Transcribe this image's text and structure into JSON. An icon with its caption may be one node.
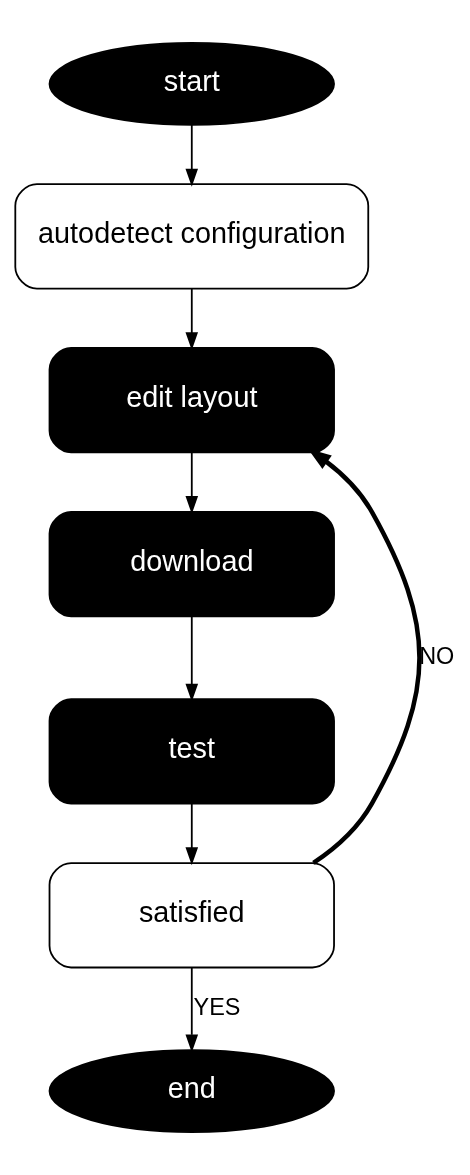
{
  "diagram": {
    "nodes": [
      {
        "text": [
          "start"
        ]
      },
      {
        "text": [
          "autodetect configuration"
        ]
      },
      {
        "text": [
          "edit layout"
        ]
      },
      {
        "text": [
          "download"
        ]
      },
      {
        "text": [
          "test"
        ]
      },
      {
        "text": [
          "satisfied"
        ]
      },
      {
        "text": [
          "end"
        ]
      }
    ],
    "edges": [
      {
        "from": 0,
        "to": 1,
        "arrow": "to"
      },
      {
        "from": 1,
        "to": 2,
        "arrow": "to"
      },
      {
        "from": 2,
        "to": 3,
        "arrow": "to"
      },
      {
        "from": 3,
        "to": 4,
        "arrow": "to"
      },
      {
        "from": 4,
        "to": 5,
        "arrow": "to"
      },
      {
        "from": 5,
        "to": 6,
        "arrow": "to",
        "label": "YES"
      },
      {
        "from": 5,
        "to": 2,
        "arrow": "to",
        "label": "NO",
        "style": "thick"
      }
    ]
  }
}
